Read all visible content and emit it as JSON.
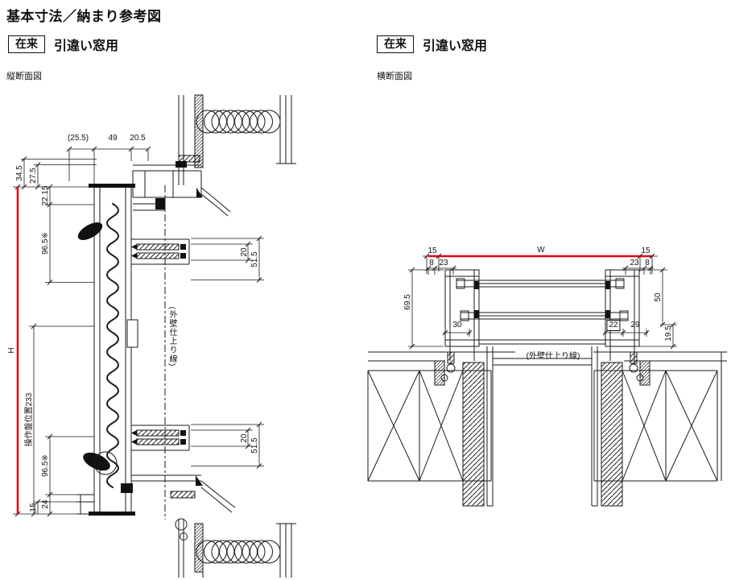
{
  "page": {
    "title": "基本寸法／納まり参考図"
  },
  "colors": {
    "accent_red": "#e60012",
    "line_black": "#1a1a1a"
  },
  "left_section": {
    "tag": "在来",
    "subtitle": "引違い窓用",
    "view_label": "縦断面図",
    "wall_finish_line_label": "(外壁仕上り線)",
    "dims": {
      "top_overhang": "(25.5)",
      "top_frame": "49",
      "top_offset": "20.5",
      "head_1": "34.5",
      "head_2": "27.5",
      "head_3": "22.15",
      "head_4": "96.5※",
      "height": "H",
      "panel_position": "操作盤位置233",
      "sill_96": "96.5※",
      "sill_24": "24",
      "sill_15": "15",
      "arm_upper_20": "20",
      "arm_upper_51": "51.5",
      "arm_lower_20": "20",
      "arm_lower_51": "51.5"
    }
  },
  "right_section": {
    "tag": "在来",
    "subtitle": "引違い窓用",
    "view_label": "横断面図",
    "wall_finish_line_label": "(外壁仕上り線)",
    "dims": {
      "w15_left": "15",
      "w": "W",
      "w15_right": "15",
      "off8_left": "8",
      "off23_left": "23",
      "off23_right": "23",
      "off8_right": "8",
      "depth_total": "69.5",
      "depth_50": "50",
      "depth_19": "19.5",
      "width_30": "30",
      "width_22": "22",
      "width_29": "29"
    }
  }
}
